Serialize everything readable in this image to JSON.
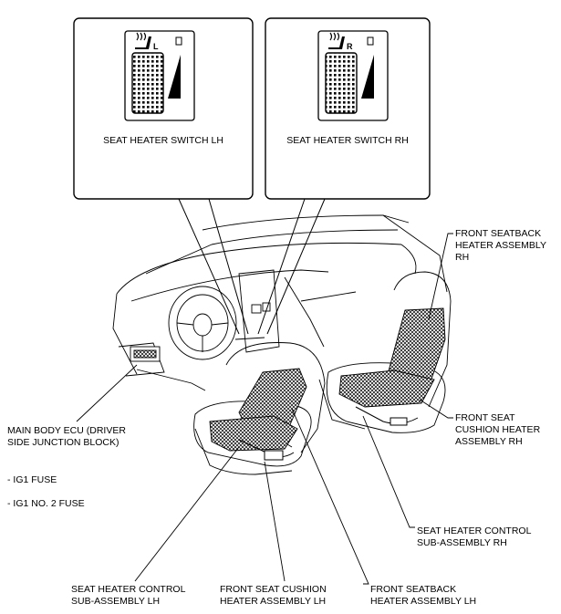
{
  "callouts": {
    "switch_lh": {
      "label": "SEAT HEATER SWITCH LH",
      "side_letter": "L"
    },
    "switch_rh": {
      "label": "SEAT HEATER SWITCH RH",
      "side_letter": "R"
    }
  },
  "labels": {
    "seatback_rh": [
      "FRONT SEATBACK",
      "HEATER ASSEMBLY",
      "RH"
    ],
    "main_body_ecu": [
      "MAIN BODY ECU (DRIVER",
      "SIDE JUNCTION BLOCK)"
    ],
    "ig1_fuse": "- IG1 FUSE",
    "ig1_no2_fuse": "- IG1 NO. 2 FUSE",
    "cushion_rh": [
      "FRONT SEAT",
      "CUSHION HEATER",
      "ASSEMBLY RH"
    ],
    "control_rh": [
      "SEAT HEATER CONTROL",
      "SUB-ASSEMBLY RH"
    ],
    "control_lh": [
      "SEAT HEATER CONTROL",
      "SUB-ASSEMBLY LH"
    ],
    "cushion_lh": [
      "FRONT SEAT CUSHION",
      "HEATER ASSEMBLY LH"
    ],
    "seatback_lh": [
      "FRONT SEATBACK",
      "HEATER ASSEMBLY LH"
    ]
  }
}
